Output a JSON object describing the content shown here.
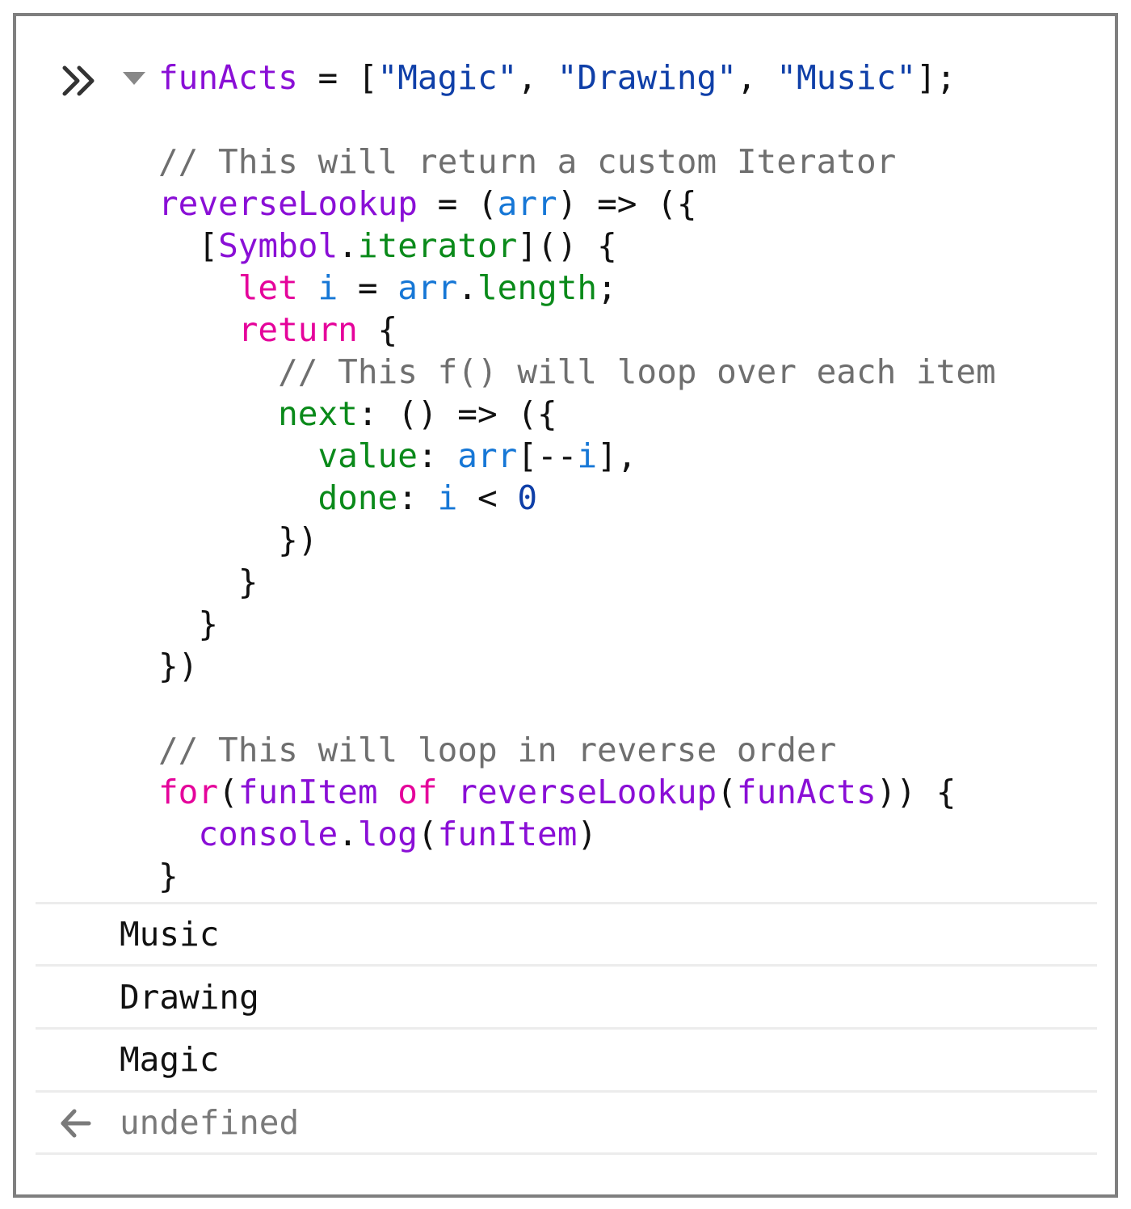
{
  "console": {
    "input_lines": [
      [
        [
          "var",
          "funActs"
        ],
        [
          "pl",
          " = ["
        ],
        [
          "str",
          "\"Magic\""
        ],
        [
          "pl",
          ", "
        ],
        [
          "str",
          "\"Drawing\""
        ],
        [
          "pl",
          ", "
        ],
        [
          "str",
          "\"Music\""
        ],
        [
          "pl",
          "];"
        ]
      ],
      [],
      [
        [
          "cmt",
          "// This will return a custom Iterator"
        ]
      ],
      [
        [
          "var",
          "reverseLookup"
        ],
        [
          "pl",
          " = ("
        ],
        [
          "param",
          "arr"
        ],
        [
          "pl",
          ") => ({"
        ]
      ],
      [
        [
          "pl",
          "  ["
        ],
        [
          "var",
          "Symbol"
        ],
        [
          "pl",
          "."
        ],
        [
          "prop",
          "iterator"
        ],
        [
          "pl",
          "]() {"
        ]
      ],
      [
        [
          "kw",
          "    let "
        ],
        [
          "param",
          "i"
        ],
        [
          "pl",
          " = "
        ],
        [
          "param",
          "arr"
        ],
        [
          "pl",
          "."
        ],
        [
          "prop",
          "length"
        ],
        [
          "pl",
          ";"
        ]
      ],
      [
        [
          "kw",
          "    return"
        ],
        [
          "pl",
          " {"
        ]
      ],
      [
        [
          "cmt",
          "      // This f() will loop over each item"
        ]
      ],
      [
        [
          "prop",
          "      next"
        ],
        [
          "pl",
          ": () => ({"
        ]
      ],
      [
        [
          "prop",
          "        value"
        ],
        [
          "pl",
          ": "
        ],
        [
          "param",
          "arr"
        ],
        [
          "pl",
          "[--"
        ],
        [
          "param",
          "i"
        ],
        [
          "pl",
          "],"
        ]
      ],
      [
        [
          "prop",
          "        done"
        ],
        [
          "pl",
          ": "
        ],
        [
          "param",
          "i"
        ],
        [
          "pl",
          " < "
        ],
        [
          "num",
          "0"
        ]
      ],
      [
        [
          "pl",
          "      })"
        ]
      ],
      [
        [
          "pl",
          "    }"
        ]
      ],
      [
        [
          "pl",
          "  }"
        ]
      ],
      [
        [
          "pl",
          "})"
        ]
      ],
      [],
      [
        [
          "cmt",
          "// This will loop in reverse order"
        ]
      ],
      [
        [
          "kw",
          "for"
        ],
        [
          "pl",
          "("
        ],
        [
          "var",
          "funItem"
        ],
        [
          "pl",
          " "
        ],
        [
          "kw",
          "of"
        ],
        [
          "pl",
          " "
        ],
        [
          "var",
          "reverseLookup"
        ],
        [
          "pl",
          "("
        ],
        [
          "var",
          "funActs"
        ],
        [
          "pl",
          ")) {"
        ]
      ],
      [
        [
          "pl",
          "  "
        ],
        [
          "var",
          "console"
        ],
        [
          "pl",
          "."
        ],
        [
          "var",
          "log"
        ],
        [
          "pl",
          "("
        ],
        [
          "var",
          "funItem"
        ],
        [
          "pl",
          ")"
        ]
      ],
      [
        [
          "pl",
          "}"
        ]
      ]
    ],
    "outputs": [
      "Music",
      "Drawing",
      "Magic"
    ],
    "result": "undefined"
  },
  "colors": {
    "keyword": "#e5049b",
    "variable": "#8a0fd6",
    "string": "#0f3fa8",
    "parameter": "#1677d6",
    "property": "#0a8a1a",
    "comment": "#6f6f6f"
  },
  "icons": {
    "prompt": "double-chevron-right-icon",
    "disclosure": "triangle-down-icon",
    "result": "arrow-left-icon"
  }
}
